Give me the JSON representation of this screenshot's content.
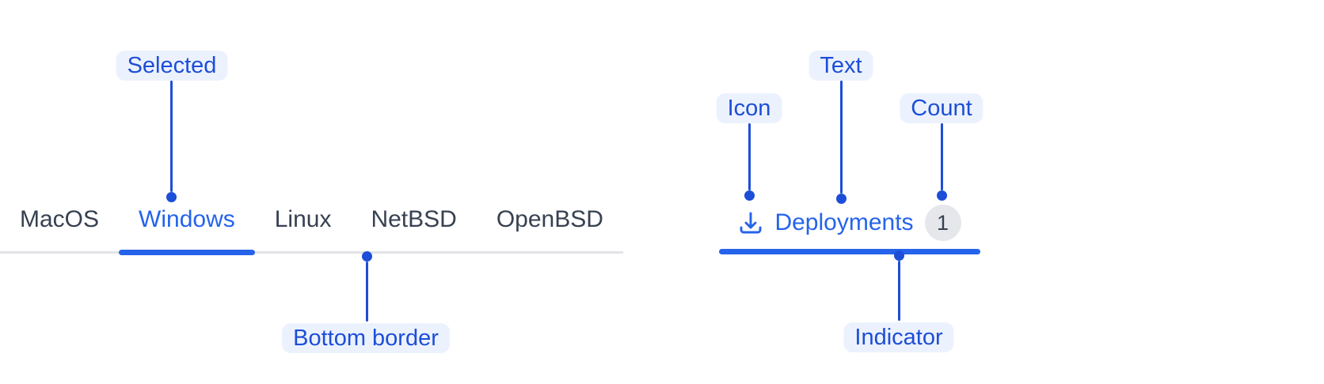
{
  "colors": {
    "accent-blue": "#2563EB",
    "annotation-blue": "#1D4ED8",
    "annotation-bg": "#ECF2FD",
    "border-gray": "#E2E3E6",
    "tab-text-gray": "#374151",
    "count-bg": "#E5E7EB",
    "count-text": "#374151"
  },
  "tabs_example": {
    "annotations": {
      "selected": "Selected",
      "bottom_border": "Bottom border"
    },
    "items": [
      {
        "label": "MacOS"
      },
      {
        "label": "Windows"
      },
      {
        "label": "Linux"
      },
      {
        "label": "NetBSD"
      },
      {
        "label": "OpenBSD"
      }
    ],
    "selected_label": "Windows"
  },
  "deployment_tab_example": {
    "annotations": {
      "icon": "Icon",
      "text": "Text",
      "count": "Count",
      "indicator": "Indicator"
    },
    "icon": "download-icon",
    "label": "Deployments",
    "count": "1"
  }
}
